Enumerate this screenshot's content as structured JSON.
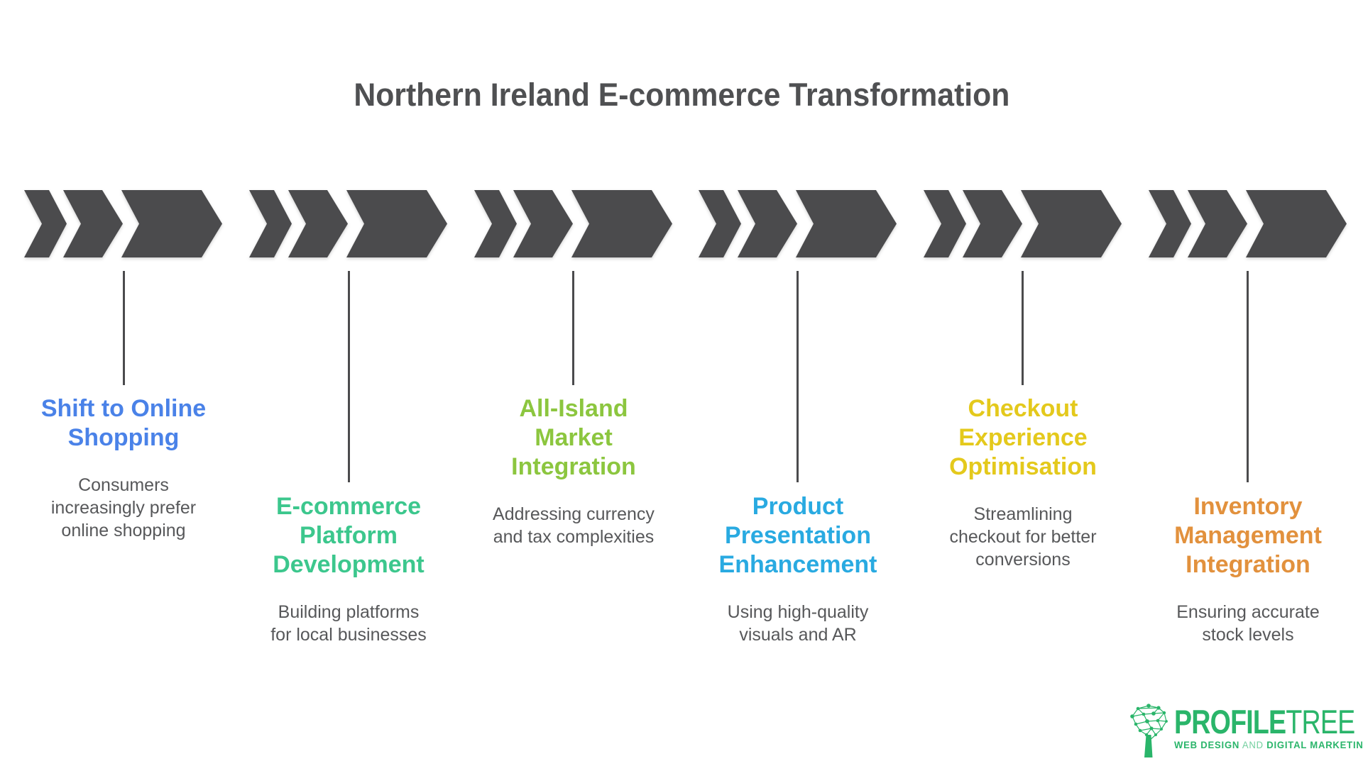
{
  "title": "Northern Ireland E-commerce Transformation",
  "stages": [
    {
      "id": "shift-to-online-shopping",
      "color": "#4a82e8",
      "heading_lines": [
        "Shift to Online",
        "Shopping"
      ],
      "desc_lines": [
        "Consumers",
        "increasingly prefer",
        "online shopping"
      ]
    },
    {
      "id": "ecommerce-platform-development",
      "color": "#3cc78d",
      "heading_lines": [
        "E-commerce",
        "Platform",
        "Development"
      ],
      "desc_lines": [
        "Building platforms",
        "for local businesses"
      ]
    },
    {
      "id": "all-island-market-integration",
      "color": "#8cc63f",
      "heading_lines": [
        "All-Island",
        "Market",
        "Integration"
      ],
      "desc_lines": [
        "Addressing currency",
        "and tax complexities"
      ]
    },
    {
      "id": "product-presentation-enhancement",
      "color": "#29aae1",
      "heading_lines": [
        "Product",
        "Presentation",
        "Enhancement"
      ],
      "desc_lines": [
        "Using high-quality",
        "visuals and AR"
      ]
    },
    {
      "id": "checkout-experience-optimisation",
      "color": "#e4c91c",
      "heading_lines": [
        "Checkout",
        "Experience",
        "Optimisation"
      ],
      "desc_lines": [
        "Streamlining",
        "checkout for better",
        "conversions"
      ]
    },
    {
      "id": "inventory-management-integration",
      "color": "#e2913d",
      "heading_lines": [
        "Inventory",
        "Management",
        "Integration"
      ],
      "desc_lines": [
        "Ensuring accurate",
        "stock levels"
      ]
    }
  ],
  "logo": {
    "brand_bold": "PROFILE",
    "brand_light": "TREE",
    "tagline_web": "WEB DESIGN",
    "tagline_and": "AND",
    "tagline_digital": "DIGITAL MARKETING",
    "green": "#2ab56a"
  },
  "colors": {
    "title_text": "#4f5052",
    "body_text": "#57585a",
    "arrow": "#4b4b4d",
    "connector_line": "#4b4b4d",
    "background": "#ffffff"
  }
}
